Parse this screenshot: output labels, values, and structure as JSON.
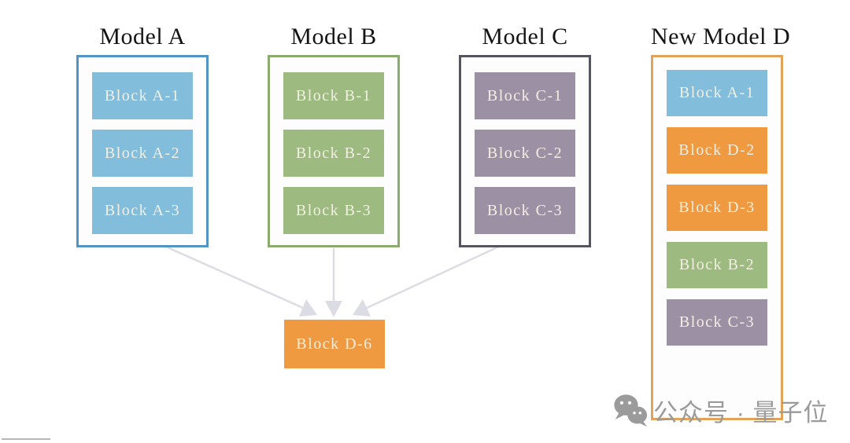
{
  "models": [
    {
      "title": "Model A",
      "border_color": "#5295c5",
      "blocks": [
        {
          "label": "Block A-1",
          "color": "#82bedc"
        },
        {
          "label": "Block A-2",
          "color": "#82bedc"
        },
        {
          "label": "Block A-3",
          "color": "#82bedc"
        }
      ]
    },
    {
      "title": "Model B",
      "border_color": "#8aab6d",
      "blocks": [
        {
          "label": "Block B-1",
          "color": "#9dbb80"
        },
        {
          "label": "Block B-2",
          "color": "#9dbb80"
        },
        {
          "label": "Block B-3",
          "color": "#9dbb80"
        }
      ]
    },
    {
      "title": "Model C",
      "border_color": "#55555f",
      "blocks": [
        {
          "label": "Block C-1",
          "color": "#9c90a4"
        },
        {
          "label": "Block C-2",
          "color": "#9c90a4"
        },
        {
          "label": "Block C-3",
          "color": "#9c90a4"
        }
      ]
    },
    {
      "title": "New Model D",
      "border_color": "#e2a258",
      "blocks": [
        {
          "label": "Block A-1",
          "color": "#82bedc"
        },
        {
          "label": "Block D-2",
          "color": "#ef9a40"
        },
        {
          "label": "Block D-3",
          "color": "#ef9a40"
        },
        {
          "label": "Block B-2",
          "color": "#9dbb80"
        },
        {
          "label": "Block C-3",
          "color": "#9c90a4"
        }
      ]
    }
  ],
  "merged_block": {
    "label": "Block D-6",
    "color": "#ef9a40"
  },
  "connections": [
    {
      "from": "Model A",
      "to": "Block D-6"
    },
    {
      "from": "Model B",
      "to": "Block D-6"
    },
    {
      "from": "Model C",
      "to": "Block D-6"
    }
  ],
  "arrow_color": "#dcdce4",
  "watermark": {
    "icon": "wechat-icon",
    "text": "公众号 · 量子位",
    "color": "#9b9b9b"
  }
}
